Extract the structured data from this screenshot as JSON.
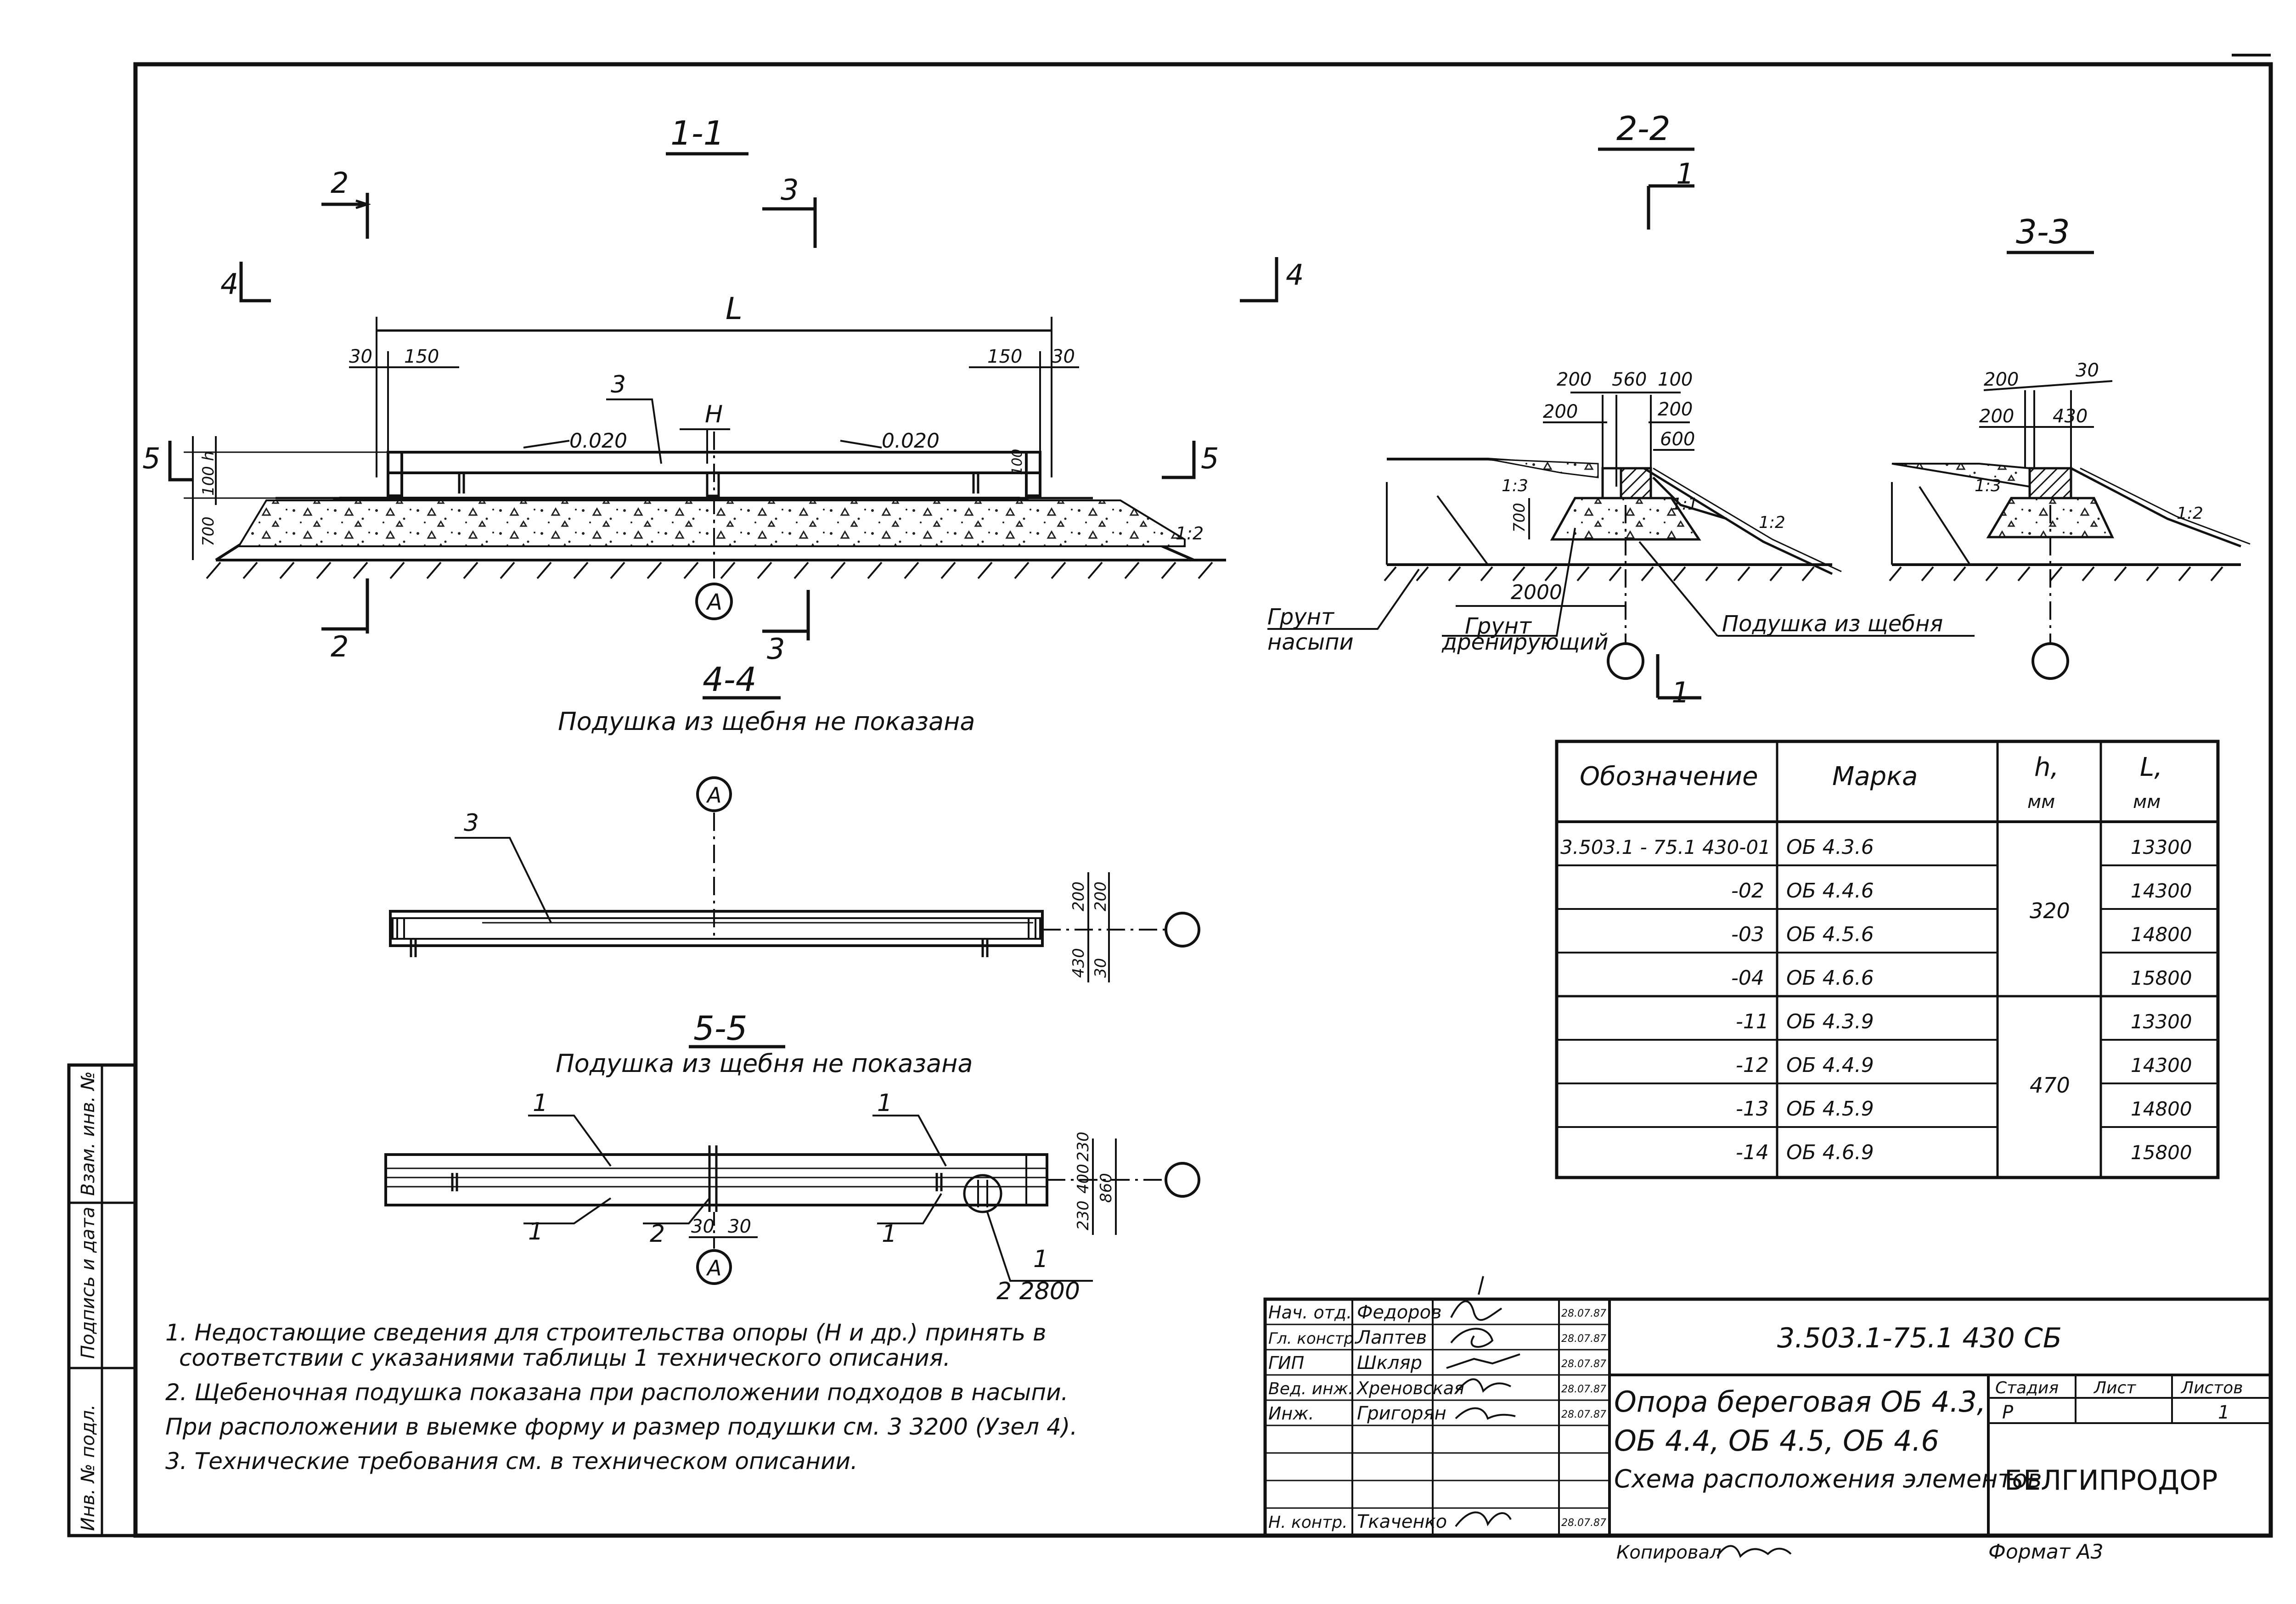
{
  "colors": {
    "ink": "#111111",
    "paper": "#ffffff",
    "fill_gray": "#e6e6e6"
  },
  "section_1_1": {
    "title": "1-1",
    "cut2": "2",
    "cut3": "3",
    "cut4_left": "4",
    "cut4_right": "4",
    "cut5_left": "5",
    "cut5_right": "5",
    "span": "L",
    "dim_30_l": "30",
    "dim_150_l": "150",
    "dim_150_r": "150",
    "dim_30_r": "30",
    "pos_3": "3",
    "H": "H",
    "slope_l": "0.020",
    "slope_r": "0.020",
    "dim_100": "100",
    "dim_h": "100 h",
    "dim_700": "700",
    "slope_12": "1:2",
    "cut2_bottom": "2",
    "cut3_bottom": "3",
    "axis_A": "A"
  },
  "section_2_2": {
    "title": "2-2",
    "cut1_top": "1",
    "cut1_bottom": "1",
    "dim_200a": "200",
    "dim_560": "560",
    "dim_100": "100",
    "dim_200b": "200",
    "dim_200c": "200",
    "dim_600": "600",
    "slope_13": "1:3",
    "slope_11": "1:1",
    "slope_12": "1:2",
    "dim_700": "700",
    "dim_2000": "2000",
    "label_ground_fill_1": "Грунт",
    "label_ground_fill_2": "насыпи",
    "label_ground_drain_1": "Грунт",
    "label_ground_drain_2": "дренирующий",
    "label_cushion": "Подушка из щебня"
  },
  "section_3_3": {
    "title": "3-3",
    "dim_200a": "200",
    "dim_30": "30",
    "dim_200b": "200",
    "dim_430": "430",
    "slope_13": "1:3",
    "slope_12": "1:2"
  },
  "section_4_4": {
    "title": "4-4",
    "subtitle": "Подушка из щебня не показана",
    "axis_A": "A",
    "pos_3": "3",
    "dim_200a": "200",
    "dim_200b": "200",
    "dim_430": "430",
    "dim_30": "30"
  },
  "section_5_5": {
    "title": "5-5",
    "subtitle": "Подушка из щебня не показана",
    "pos_1a": "1",
    "pos_1b": "1",
    "pos_1c": "1",
    "pos_1d": "1",
    "pos_2": "2",
    "dim_30a": "30",
    "dim_30b": "30",
    "dim_230a": "230",
    "dim_400": "400",
    "dim_230b": "230",
    "dim_860": "860",
    "axis_A": "A",
    "callout_1": "1",
    "callout_2800": "2  2800"
  },
  "table": {
    "headers": [
      "Обозначение",
      "Марка",
      "h,",
      "L,"
    ],
    "units": [
      "",
      "",
      "мм",
      "мм"
    ],
    "rows": [
      {
        "designation": "3.503.1 - 75.1 430-01",
        "mark": "ОБ 4.3.6",
        "L": "13300"
      },
      {
        "designation": "-02",
        "mark": "ОБ 4.4.6",
        "L": "14300"
      },
      {
        "designation": "-03",
        "mark": "ОБ 4.5.6",
        "L": "14800"
      },
      {
        "designation": "-04",
        "mark": "ОБ 4.6.6",
        "L": "15800"
      },
      {
        "designation": "-11",
        "mark": "ОБ 4.3.9",
        "L": "13300"
      },
      {
        "designation": "-12",
        "mark": "ОБ 4.4.9",
        "L": "14300"
      },
      {
        "designation": "-13",
        "mark": "ОБ 4.5.9",
        "L": "14800"
      },
      {
        "designation": "-14",
        "mark": "ОБ 4.6.9",
        "L": "15800"
      }
    ],
    "h_group_1": "320",
    "h_group_2": "470"
  },
  "notes": [
    "1. Недостающие сведения для строительства опоры (Н и др.) принять в",
    "соответствии с указаниями таблицы 1 технического описания.",
    "2. Щебеночная подушка показана при расположении подходов в насыпи.",
    "При расположении в выемке форму и размер подушки см. 3 3200 (Узел 4).",
    "3. Технические требования см. в техническом описании."
  ],
  "side_stamp": [
    "Инв. № подл.",
    "Подпись и дата",
    "Взам. инв. №"
  ],
  "title_block": {
    "code": "3.503.1-75.1  430 СБ",
    "signatures": [
      {
        "role": "Нач. отд.",
        "name": "Федоров",
        "date": "28.07.87"
      },
      {
        "role": "Гл. констр.",
        "name": "Лаптев",
        "date": "28.07.87"
      },
      {
        "role": "ГИП",
        "name": "Шкляр",
        "date": "28.07.87"
      },
      {
        "role": "Вед. инж.",
        "name": "Хреновская",
        "date": "28.07.87"
      },
      {
        "role": "Инж.",
        "name": "Григорян",
        "date": "28.07.87"
      },
      {
        "role": "",
        "name": "",
        "date": ""
      },
      {
        "role": "",
        "name": "",
        "date": ""
      },
      {
        "role": "Н. контр.",
        "name": "Ткаченко",
        "date": "28.07.87"
      }
    ],
    "title_line1": "Опора береговая ОБ 4.3,",
    "title_line2": "ОБ 4.4, ОБ 4.5, ОБ 4.6",
    "title_line3": "Схема расположения элементов",
    "stage_label": "Стадия",
    "sheet_label": "Лист",
    "sheets_label": "Листов",
    "stage_value": "Р",
    "sheet_value": "",
    "sheets_value": "1",
    "org": "БЕЛГИПРОДОР",
    "copied_label": "Копировал",
    "format_label": "Формат А3"
  }
}
